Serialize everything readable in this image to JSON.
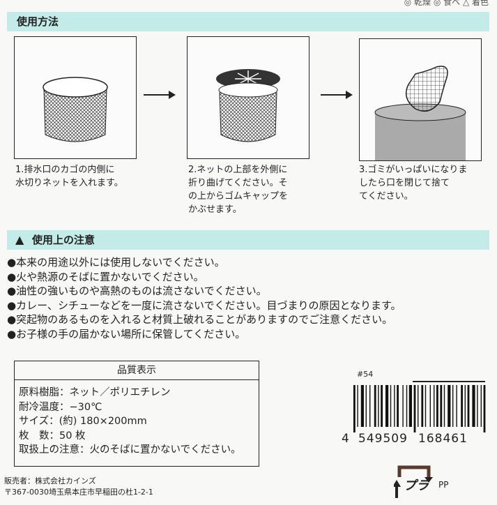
{
  "header_partial": "◎ 乾燥 ◎ 食ベ △ 着色",
  "usage": {
    "title": "使用方法",
    "steps": [
      {
        "caption": "1.排水口のカゴの内側に\n水切りネットを入れます。"
      },
      {
        "caption": "2.ネットの上部を外側に\n折り曲げてください。そ\nの上からゴムキャップを\nかぶせます。"
      },
      {
        "caption": "3.ゴミがいっぱいになりま\nしたら口を閉じて捨て\nてください。"
      }
    ]
  },
  "caution": {
    "title": "使用上の注意",
    "icon": "warning-icon",
    "items": [
      "本来の用途以外には使用しないでください。",
      "火や熱源のそばに置かないでください。",
      "油性の強いものや高熱のものは流さないでください。",
      "カレー、シチューなどを一度に流さないでください。目づまりの原因となります。",
      "突起物のあるものを入れると材質上破れることがありますのでご注意ください。",
      "お子様の手の届かない場所に保管してください。"
    ]
  },
  "quality": {
    "title": "品質表示",
    "rows": [
      "原料樹脂：ネット／ポリエチレン",
      "耐冷温度：−30℃",
      "サイズ：(約) 180×200mm",
      "枚　数：50 枚",
      "取扱上の注意：火のそばに置かないでください。"
    ]
  },
  "barcode": {
    "code": "#54",
    "first": "4",
    "left": "549509",
    "right": "168461"
  },
  "recycle": {
    "mark": "プラ",
    "material": "PP"
  },
  "seller": {
    "line1": "販売者：株式会社カインズ",
    "line2": "〒367-0030埼玉県本庄市早稲田の杜1-2-1"
  },
  "colors": {
    "band": "#c3ece8"
  }
}
